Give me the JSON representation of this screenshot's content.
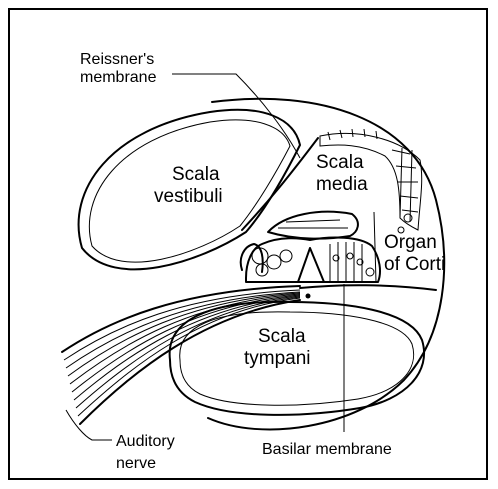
{
  "labels": {
    "reissners_membrane_line1": "Reissner's",
    "reissners_membrane_line2": "membrane",
    "scala_vestibuli_line1": "Scala",
    "scala_vestibuli_line2": "vestibuli",
    "scala_media_line1": "Scala",
    "scala_media_line2": "media",
    "organ_of_corti_line1": "Organ",
    "organ_of_corti_line2": "of Corti",
    "scala_tympani_line1": "Scala",
    "scala_tympani_line2": "tympani",
    "auditory_nerve_line1": "Auditory",
    "auditory_nerve_line2": "nerve",
    "basilar_membrane": "Basilar membrane"
  }
}
